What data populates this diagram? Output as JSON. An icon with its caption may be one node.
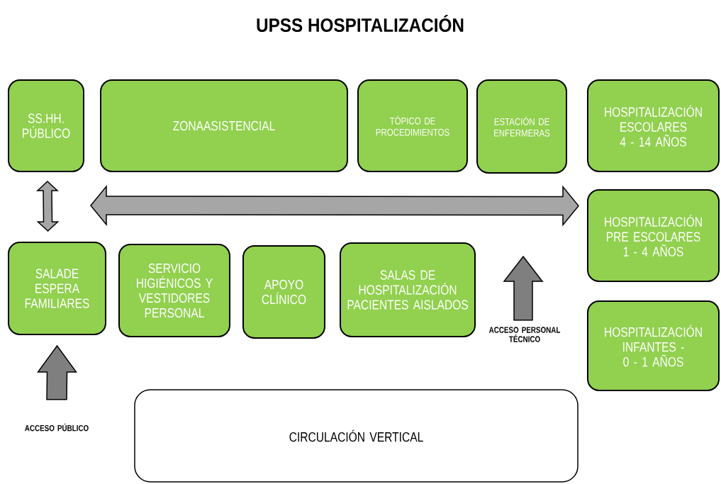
{
  "diagram": {
    "title": "UPSS HOSPITALIZACIÓN",
    "nodes": [
      {
        "text": [
          "SS.HH. PÚBLICO"
        ]
      },
      {
        "text": [
          "ZONAASISTENCIAL"
        ]
      },
      {
        "text": [
          "TÓPICO DE PROCEDIMIENTOS"
        ]
      },
      {
        "text": [
          "ESTACIÓN DE ENFERMERAS"
        ]
      },
      {
        "text": [
          "HOSPITALIZACIÓN ESCOLARES 4 - 14 AÑOS"
        ]
      },
      {
        "text": [
          "HOSPITALIZACIÓN PRE ESCOLARES 1 - 4 AÑOS"
        ]
      },
      {
        "text": [
          "SALADE ESPERA FAMILIARES"
        ]
      },
      {
        "text": [
          "SERVICIO HIGIÉNICOS Y VESTIDORES PERSONAL"
        ]
      },
      {
        "text": [
          "APOYO CLÍNICO"
        ]
      },
      {
        "text": [
          "SALAS DE HOSPITALIZACIÓN PACIENTES AISLADOS"
        ]
      },
      {
        "text": [
          "HOSPITALIZACIÓN INFANTES - 0 - 1 AÑOS"
        ]
      },
      {
        "text": [
          "CIRCULACIÓN VERTICAL"
        ]
      },
      {
        "text": [
          "ACCESO PÚBLICO"
        ]
      },
      {
        "text": [
          "ACCESO PERSONAL TÉCNICO"
        ]
      }
    ],
    "edges": [
      {
        "from": 0,
        "to": 6,
        "arrow": "both"
      },
      {
        "from": null,
        "to": 5,
        "arrow": "both"
      },
      {
        "from": 12,
        "to": 6,
        "arrow": "to",
        "color": "#7f7f7f"
      },
      {
        "from": 13,
        "to": null,
        "arrow": "to",
        "color": "#7f7f7f"
      }
    ]
  }
}
